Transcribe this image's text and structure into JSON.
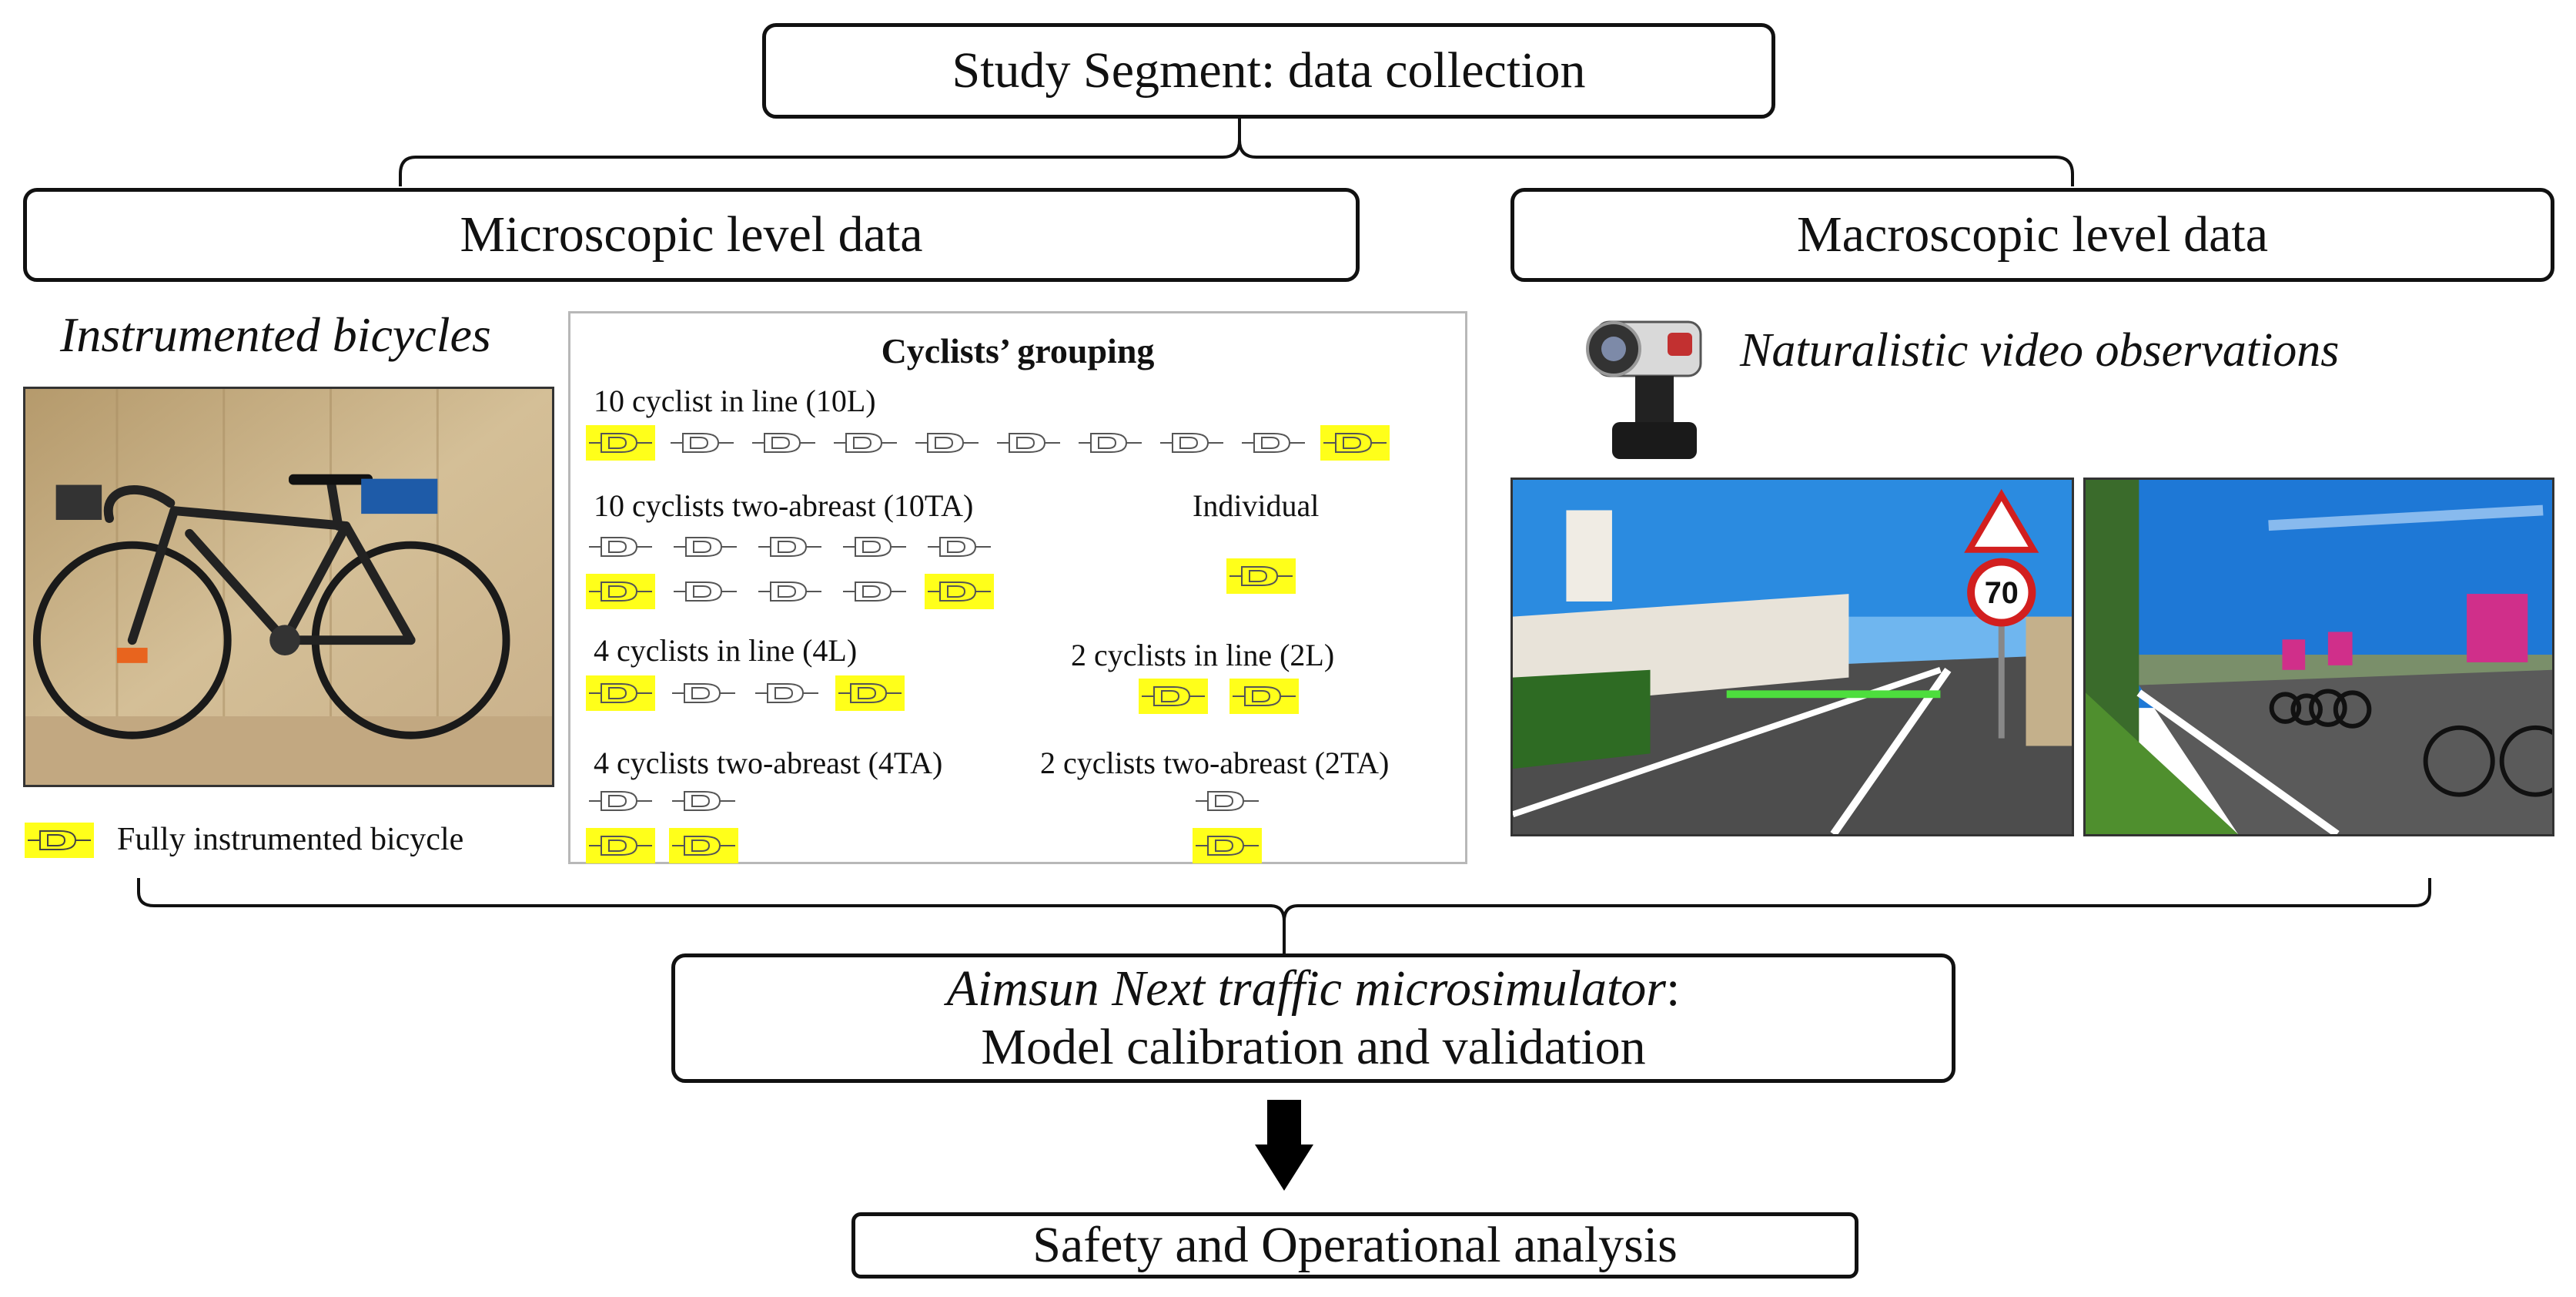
{
  "title": "Study Segment: data collection",
  "micro": {
    "heading": "Microscopic level data",
    "instrumented_title": "Instrumented bicycles",
    "legend_label": "Fully instrumented bicycle"
  },
  "macro": {
    "heading": "Macroscopic level data",
    "video_title": "Naturalistic video observations",
    "speed_sign": "70"
  },
  "grouping": {
    "title": "Cyclists’ grouping",
    "groups": [
      {
        "label": "10 cyclist in line (10L)",
        "rows": [
          [
            1,
            0,
            0,
            0,
            0,
            0,
            0,
            0,
            0,
            1
          ]
        ]
      },
      {
        "label": "10 cyclists two-abreast (10TA)",
        "rows": [
          [
            0,
            0,
            0,
            0,
            0
          ],
          [
            1,
            0,
            0,
            0,
            1
          ]
        ]
      },
      {
        "label": "Individual",
        "rows": [
          [
            1
          ]
        ]
      },
      {
        "label": "4 cyclists in line (4L)",
        "rows": [
          [
            1,
            0,
            0,
            1
          ]
        ]
      },
      {
        "label": "2 cyclists in line (2L)",
        "rows": [
          [
            1,
            1
          ]
        ]
      },
      {
        "label": "4 cyclists two-abreast (4TA)",
        "rows": [
          [
            0,
            0
          ],
          [
            1,
            1
          ]
        ]
      },
      {
        "label": "2 cyclists two-abreast (2TA)",
        "rows": [
          [
            0
          ],
          [
            1
          ]
        ]
      }
    ]
  },
  "simulator": {
    "name": "Aimsun Next traffic microsimulator",
    "colon": ":",
    "line2": "Model calibration and validation"
  },
  "final": "Safety and Operational analysis",
  "colors": {
    "highlight": "#ffff1a",
    "box_border": "#111111",
    "panel_border": "#b8b8b8"
  }
}
